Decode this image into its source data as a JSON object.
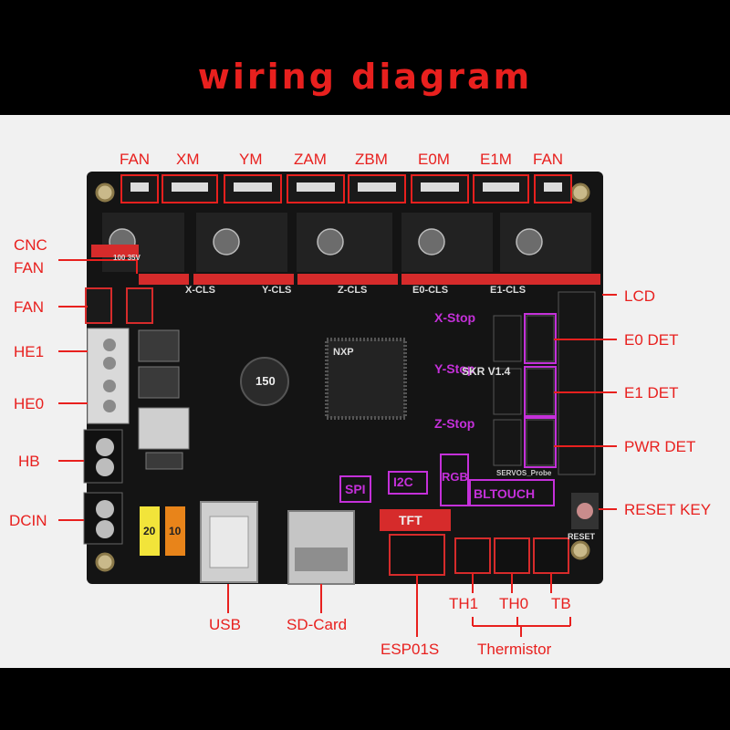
{
  "title": "wiring diagram",
  "colors": {
    "accent": "#e8201e",
    "board": "#141414",
    "connector_red": "#d62b2b",
    "highlight": "#c430d9"
  },
  "top_labels": [
    "FAN",
    "XM",
    "YM",
    "ZAM",
    "ZBM",
    "E0M",
    "E1M",
    "FAN"
  ],
  "left_labels": {
    "cnc_fan": [
      "CNC",
      "FAN"
    ],
    "fan": "FAN",
    "he1": "HE1",
    "he0": "HE0",
    "hb": "HB",
    "dcin": "DCIN"
  },
  "right_labels": {
    "lcd": "LCD",
    "e0_det": "E0 DET",
    "e1_det": "E1 DET",
    "pwr_det": "PWR DET",
    "reset_key": "RESET KEY"
  },
  "bottom_labels": {
    "usb": "USB",
    "sd_card": "SD-Card",
    "esp": "ESP01S",
    "th1": "TH1",
    "th0": "TH0",
    "tb": "TB",
    "thermistor": "Thermistor"
  },
  "board_labels": {
    "x_cls": "X-CLS",
    "y_cls": "Y-CLS",
    "z_cls": "Z-CLS",
    "e0_cls": "E0-CLS",
    "e1_cls": "E1-CLS",
    "spi": "SPI",
    "i2c": "I2C",
    "rgb": "RGB",
    "bltouch": "BLTOUCH",
    "tft": "TFT",
    "x_stop": "X-Stop",
    "y_stop": "Y-Stop",
    "z_stop": "Z-Stop",
    "chip": "NXP",
    "inductor": "150",
    "fuse1": "20",
    "fuse2": "10",
    "reset": "RESET",
    "model": "SKR V1.4",
    "servos": "SERVOS_Probe",
    "cap_value": "100 35V"
  }
}
